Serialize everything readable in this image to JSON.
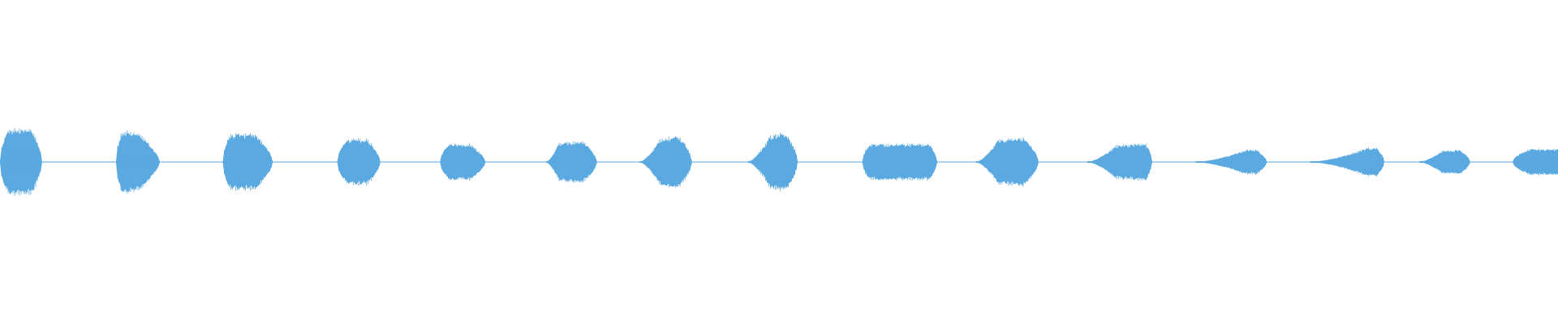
{
  "waveform": {
    "color": "#5aa9e0",
    "background": "#ffffff",
    "baseline": "center",
    "baseline_amplitude": 0.02,
    "segments": [
      {
        "index": 1,
        "start": 0.0,
        "end": 0.027,
        "peak": 0.2,
        "attack": 0.2,
        "release": 0.25,
        "shape": "flat"
      },
      {
        "index": 2,
        "start": 0.0745,
        "end": 0.1025,
        "peak": 0.2,
        "attack": 0.15,
        "release": 0.45,
        "shape": "front"
      },
      {
        "index": 3,
        "start": 0.143,
        "end": 0.175,
        "peak": 0.17,
        "attack": 0.15,
        "release": 0.35,
        "shape": "flat"
      },
      {
        "index": 4,
        "start": 0.2165,
        "end": 0.244,
        "peak": 0.14,
        "attack": 0.25,
        "release": 0.3,
        "shape": "flat"
      },
      {
        "index": 5,
        "start": 0.2825,
        "end": 0.3115,
        "peak": 0.11,
        "attack": 0.2,
        "release": 0.35,
        "shape": "flat"
      },
      {
        "index": 6,
        "start": 0.3505,
        "end": 0.383,
        "peak": 0.14,
        "attack": 0.25,
        "release": 0.3,
        "shape": "back"
      },
      {
        "index": 7,
        "start": 0.4105,
        "end": 0.444,
        "peak": 0.17,
        "attack": 0.4,
        "release": 0.25,
        "shape": "back"
      },
      {
        "index": 8,
        "start": 0.48,
        "end": 0.512,
        "peak": 0.19,
        "attack": 0.45,
        "release": 0.25,
        "shape": "back"
      },
      {
        "index": 9,
        "start": 0.5535,
        "end": 0.6015,
        "peak": 0.11,
        "attack": 0.1,
        "release": 0.1,
        "shape": "flat"
      },
      {
        "index": 10,
        "start": 0.6265,
        "end": 0.6665,
        "peak": 0.16,
        "attack": 0.35,
        "release": 0.25,
        "shape": "back"
      },
      {
        "index": 11,
        "start": 0.698,
        "end": 0.7395,
        "peak": 0.12,
        "attack": 0.45,
        "release": 0.1,
        "shape": "back"
      },
      {
        "index": 12,
        "start": 0.7675,
        "end": 0.813,
        "peak": 0.08,
        "attack": 0.7,
        "release": 0.15,
        "shape": "back"
      },
      {
        "index": 13,
        "start": 0.841,
        "end": 0.8885,
        "peak": 0.09,
        "attack": 0.75,
        "release": 0.1,
        "shape": "back"
      },
      {
        "index": 14,
        "start": 0.911,
        "end": 0.9435,
        "peak": 0.08,
        "attack": 0.45,
        "release": 0.2,
        "shape": "back"
      },
      {
        "index": 15,
        "start": 0.971,
        "end": 1.0,
        "peak": 0.08,
        "attack": 0.4,
        "release": 0.0,
        "shape": "flat"
      }
    ]
  }
}
